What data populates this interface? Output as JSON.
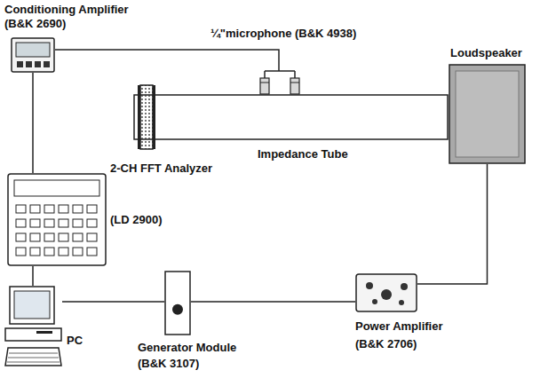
{
  "diagram": {
    "nodes": [
      {
        "text": [
          "Conditioning Amplifier (B&K 2690)"
        ]
      },
      {
        "text": [
          "¼\"microphone (B&K 4938)"
        ]
      },
      {
        "text": [
          "Loudspeaker"
        ]
      },
      {
        "text": [
          "2-CH FFT Analyzer",
          "(LD 2900)"
        ]
      },
      {
        "text": [
          "Impedance Tube"
        ]
      },
      {
        "text": [
          "PC"
        ]
      },
      {
        "text": [
          "Generator Module (B&K 3107)"
        ]
      },
      {
        "text": [
          "Power Amplifier (B&K 2706)"
        ]
      }
    ],
    "edges": [
      {
        "from": 0,
        "to": 1,
        "arrow": "none"
      },
      {
        "from": 0,
        "to": 3,
        "arrow": "none"
      },
      {
        "from": 3,
        "to": 5,
        "arrow": "none"
      },
      {
        "from": 5,
        "to": 6,
        "arrow": "none"
      },
      {
        "from": 6,
        "to": 7,
        "arrow": "none"
      },
      {
        "from": 7,
        "to": 2,
        "arrow": "none"
      }
    ]
  }
}
